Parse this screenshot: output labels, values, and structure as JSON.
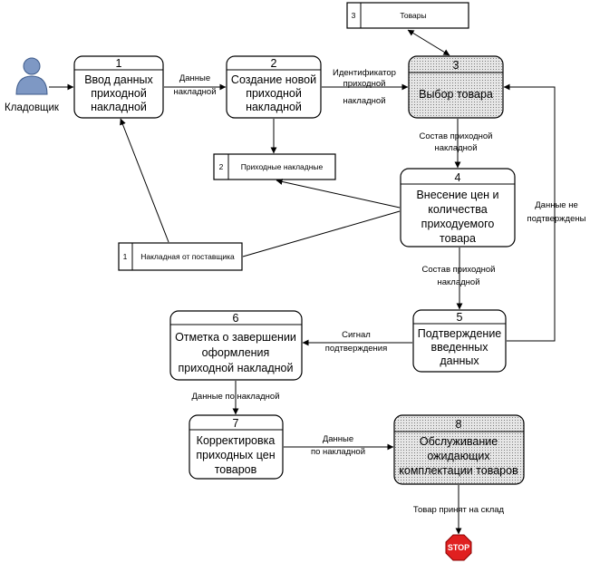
{
  "actor": {
    "label": "Кладовщик",
    "icon": "user-icon"
  },
  "processes": [
    {
      "id": "p1",
      "number": "1",
      "lines": [
        "Ввод данных",
        "приходной",
        "накладной"
      ],
      "shaded": false
    },
    {
      "id": "p2",
      "number": "2",
      "lines": [
        "Создание новой",
        "приходной",
        "накладной"
      ],
      "shaded": false
    },
    {
      "id": "p3",
      "number": "3",
      "lines": [
        "Выбор товара"
      ],
      "shaded": true
    },
    {
      "id": "p4",
      "number": "4",
      "lines": [
        "Внесение цен и",
        "количества",
        "приходуемого",
        "товара"
      ],
      "shaded": false
    },
    {
      "id": "p5",
      "number": "5",
      "lines": [
        "Подтверждение",
        "введенных",
        "данных"
      ],
      "shaded": false
    },
    {
      "id": "p6",
      "number": "6",
      "lines": [
        "Отметка о завершении",
        "оформления",
        "приходной накладной"
      ],
      "shaded": false
    },
    {
      "id": "p7",
      "number": "7",
      "lines": [
        "Корректировка",
        "приходных цен",
        "товаров"
      ],
      "shaded": false
    },
    {
      "id": "p8",
      "number": "8",
      "lines": [
        "Обслуживание",
        "ожидающих",
        "комплектации товаров"
      ],
      "shaded": true
    }
  ],
  "stores": [
    {
      "id": "s3",
      "number": "3",
      "label": "Товары"
    },
    {
      "id": "s2",
      "number": "2",
      "label": "Приходные накладные"
    },
    {
      "id": "s1",
      "number": "1",
      "label": "Накладная от поставщика"
    }
  ],
  "flows": [
    {
      "id": "f-p1-p2",
      "lines": [
        "Данные",
        "накладной"
      ]
    },
    {
      "id": "f-p2-p3",
      "lines": [
        "Идентификатор",
        "приходной",
        "накладной"
      ]
    },
    {
      "id": "f-p3-p4",
      "lines": [
        "Состав приходной",
        "накладной"
      ]
    },
    {
      "id": "f-p5-p3",
      "lines": [
        "Данные не",
        "подтверждены"
      ]
    },
    {
      "id": "f-p4-p5",
      "lines": [
        "Состав приходной",
        "накладной"
      ]
    },
    {
      "id": "f-p5-p6",
      "lines": [
        "Сигнал",
        "подтверждения"
      ]
    },
    {
      "id": "f-p6-p7",
      "lines": [
        "Данные по накладной"
      ]
    },
    {
      "id": "f-p7-p8",
      "lines": [
        "Данные",
        "по накладной"
      ]
    },
    {
      "id": "f-p8-stop",
      "lines": [
        "Товар принят на склад"
      ]
    }
  ],
  "stop": {
    "label": "STOP",
    "color": "#e02020"
  },
  "colors": {
    "line": "#000000",
    "shaded_fill": "#e6e6e6",
    "actor": "#7e98c4"
  }
}
